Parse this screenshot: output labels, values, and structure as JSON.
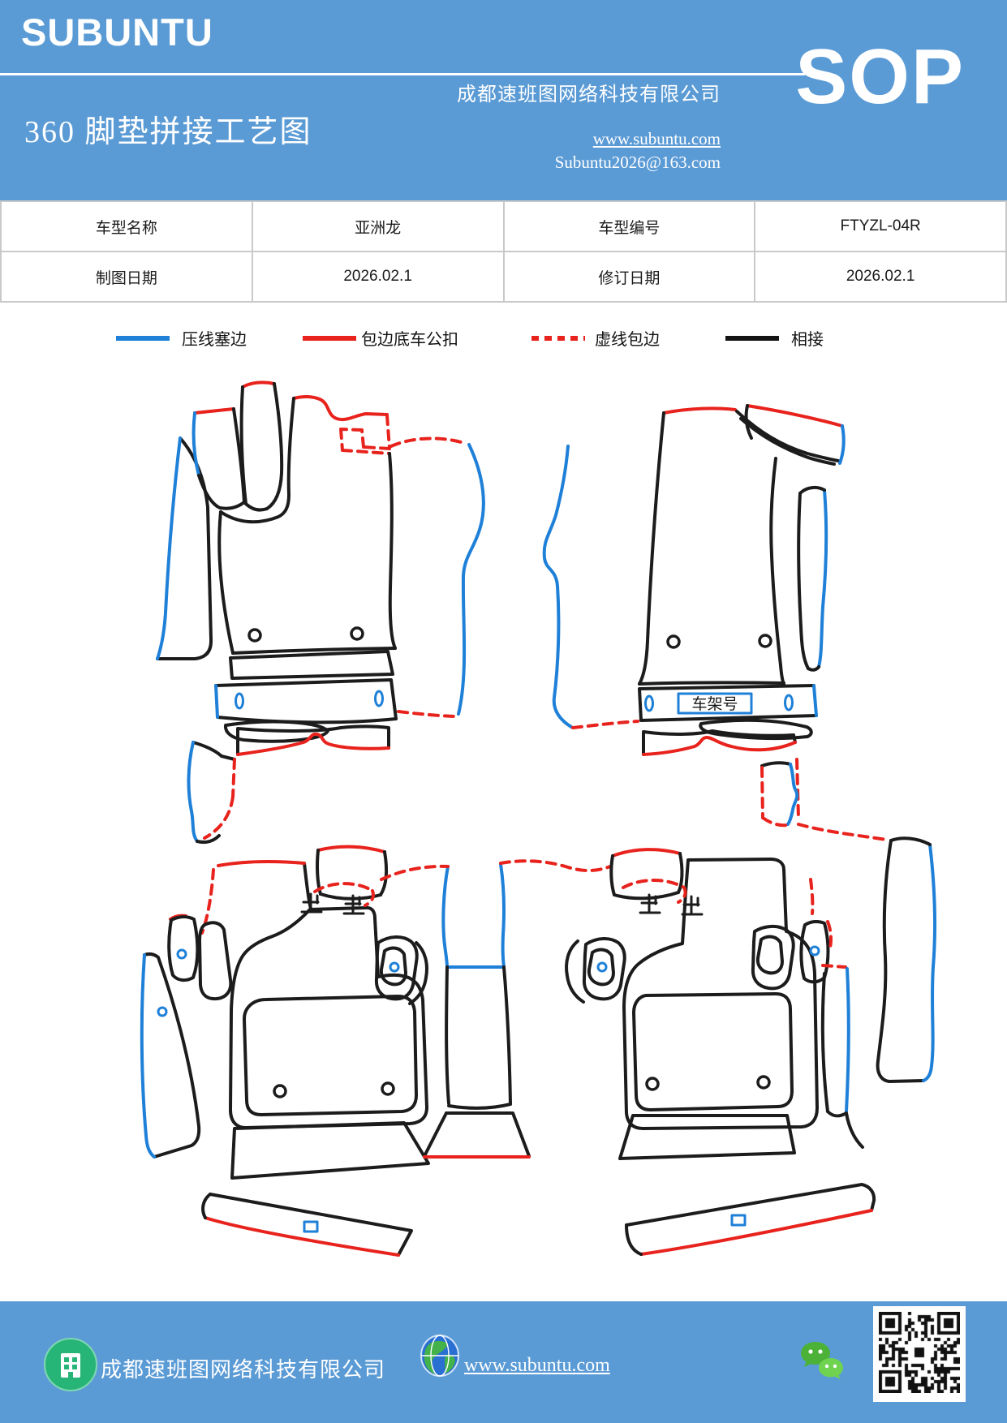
{
  "header": {
    "logo": "SUBUNTU",
    "title": "360 脚垫拼接工艺图",
    "company": "成都速班图网络科技有限公司",
    "website": "www.subuntu.com",
    "email": "Subuntu2026@163.com",
    "sop": "SOP"
  },
  "info_table": {
    "rows": [
      {
        "label1": "车型名称",
        "value1": "亚洲龙",
        "label2": "车型编号",
        "value2": "FTYZL-04R"
      },
      {
        "label1": "制图日期",
        "value1": "2026.02.1",
        "label2": "修订日期",
        "value2": "2026.02.1"
      }
    ]
  },
  "legend": {
    "items": [
      {
        "label": "压线塞边",
        "style": "solid",
        "color": "#1f80d8"
      },
      {
        "label": "包边底车公扣",
        "style": "solid",
        "color": "#e8231d"
      },
      {
        "label": "虚线包边",
        "style": "dashed",
        "color": "#e8231d"
      },
      {
        "label": "相接",
        "style": "solid",
        "color": "#141414"
      }
    ]
  },
  "diagram": {
    "frame_label": "车架号",
    "line_colors": {
      "press_edge": "#1f80d8",
      "bind_buckle": "#e8231d",
      "dashed_bind": "#e8231d",
      "joint": "#1c1c1c"
    }
  },
  "footer": {
    "company": "成都速班图网络科技有限公司",
    "website": "www.subuntu.com"
  },
  "colors": {
    "banner_blue": "#5b9bd5",
    "table_border": "#c9c9c9",
    "wechat_green": "#4bb237",
    "logo_green": "#27b577"
  }
}
